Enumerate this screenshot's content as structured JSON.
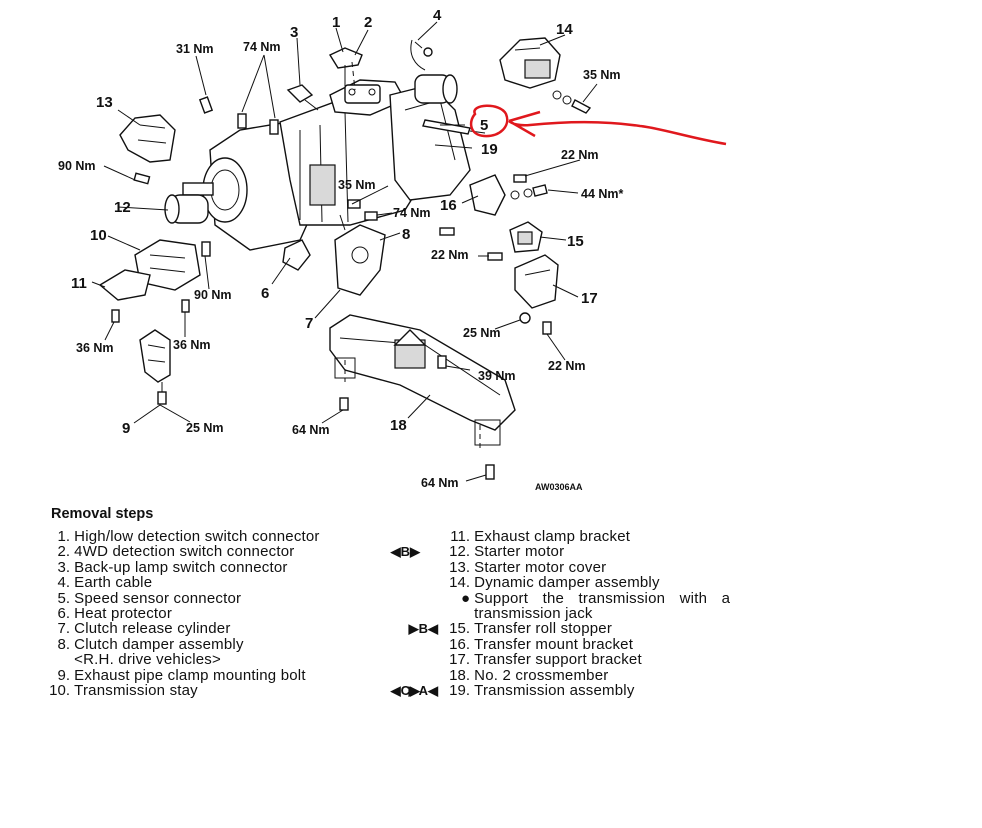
{
  "diagram": {
    "callouts": [
      "1",
      "2",
      "3",
      "4",
      "5",
      "6",
      "7",
      "8",
      "9",
      "10",
      "11",
      "12",
      "13",
      "14",
      "15",
      "16",
      "17",
      "18",
      "19"
    ],
    "torques": {
      "t31": "31 Nm",
      "t74a": "74 Nm",
      "t35a": "35 Nm",
      "t90a": "90 Nm",
      "t22a": "22 Nm",
      "t44": "44 Nm*",
      "t35b": "35 Nm",
      "t74b": "74 Nm",
      "t22b": "22 Nm",
      "t90b": "90 Nm",
      "t36a": "36 Nm",
      "t36b": "36 Nm",
      "t25a": "25 Nm",
      "t25b": "25 Nm",
      "t22c": "22 Nm",
      "t39": "39 Nm",
      "t64a": "64 Nm",
      "t64b": "64 Nm"
    },
    "figure_code": "AW0306AA",
    "annotation_color": "#e0181d"
  },
  "steps": {
    "title": "Removal steps",
    "left": [
      {
        "no": "1.",
        "text": "High/low detection switch connector"
      },
      {
        "no": "2.",
        "text": "4WD detection switch connector",
        "mark": "◀B▶"
      },
      {
        "no": "3.",
        "text": "Back-up lamp switch connector"
      },
      {
        "no": "4.",
        "text": "Earth cable"
      },
      {
        "no": "5.",
        "text": "Speed sensor connector"
      },
      {
        "no": "6.",
        "text": "Heat protector"
      },
      {
        "no": "7.",
        "text": "Clutch release cylinder"
      },
      {
        "no": "8.",
        "text": "Clutch damper assembly"
      },
      {
        "no": "",
        "text": "<R.H. drive vehicles>"
      },
      {
        "no": "9.",
        "text": "Exhaust pipe clamp mounting bolt"
      },
      {
        "no": "10.",
        "text": "Transmission stay",
        "mark": "◀C▶"
      }
    ],
    "right": [
      {
        "no": "11.",
        "text": "Exhaust clamp bracket"
      },
      {
        "no": "12.",
        "text": "Starter motor"
      },
      {
        "no": "13.",
        "text": "Starter motor cover"
      },
      {
        "no": "14.",
        "text": "Dynamic damper assembly"
      },
      {
        "no": "●",
        "text": "Support the transmission with a"
      },
      {
        "no": "",
        "text": "transmission jack"
      },
      {
        "no": "15.",
        "text": "Transfer roll stopper",
        "mark": "▶B◀"
      },
      {
        "no": "16.",
        "text": "Transfer mount bracket"
      },
      {
        "no": "17.",
        "text": "Transfer support bracket"
      },
      {
        "no": "18.",
        "text": "No. 2 crossmember"
      },
      {
        "no": "19.",
        "text": "Transmission assembly",
        "mark": "▶A◀"
      }
    ]
  }
}
